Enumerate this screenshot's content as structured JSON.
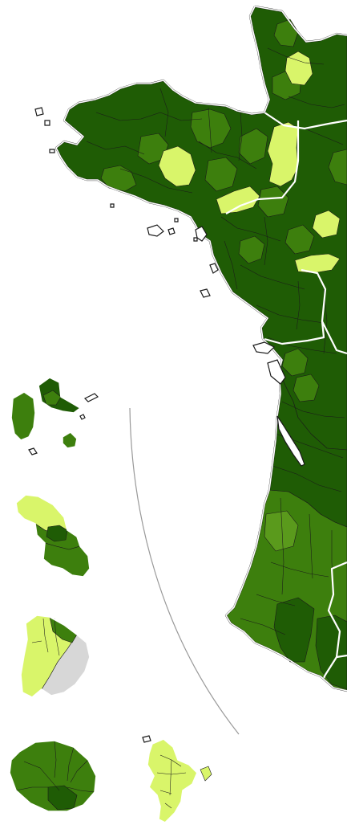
{
  "map": {
    "colors": {
      "dark": "#1f5c05",
      "medium": "#3d7f0d",
      "mid_light": "#5a9a1c",
      "light": "#d9f56a",
      "grey": "#d7d7d7",
      "background": "#ffffff",
      "region_border": "#ffffff",
      "commune_border": "#1a1a1a",
      "separator": "#999999"
    },
    "regions": [
      {
        "name": "mainland-west-france",
        "shade": "dark"
      },
      {
        "name": "guadeloupe",
        "shade": "medium"
      },
      {
        "name": "martinique",
        "shade": "mixed"
      },
      {
        "name": "guyane",
        "shade": "mixed"
      },
      {
        "name": "reunion",
        "shade": "medium"
      },
      {
        "name": "mayotte",
        "shade": "light"
      }
    ]
  }
}
